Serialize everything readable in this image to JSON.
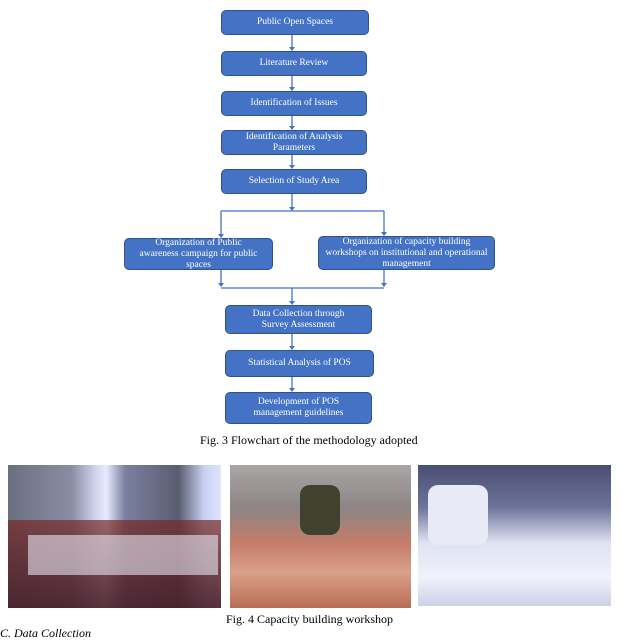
{
  "flowchart": {
    "steps": [
      "Public Open Spaces",
      "Literature Review",
      "Identification of Issues",
      "Identification of Analysis Parameters",
      "Selection of Study Area"
    ],
    "branch_left": "Organization of Public awareness campaign for public spaces",
    "branch_right": "Organization of capacity building workshops on institutional and operational management",
    "after": [
      "Data Collection through Survey Assessment",
      "Statistical Analysis of POS",
      "Development of POS management guidelines"
    ],
    "box_color": "#4472c4"
  },
  "fig3_caption": "Fig. 3 Flowchart of the methodology adopted",
  "fig4_caption": "Fig. 4 Capacity building workshop",
  "section_heading": "C. Data Collection"
}
